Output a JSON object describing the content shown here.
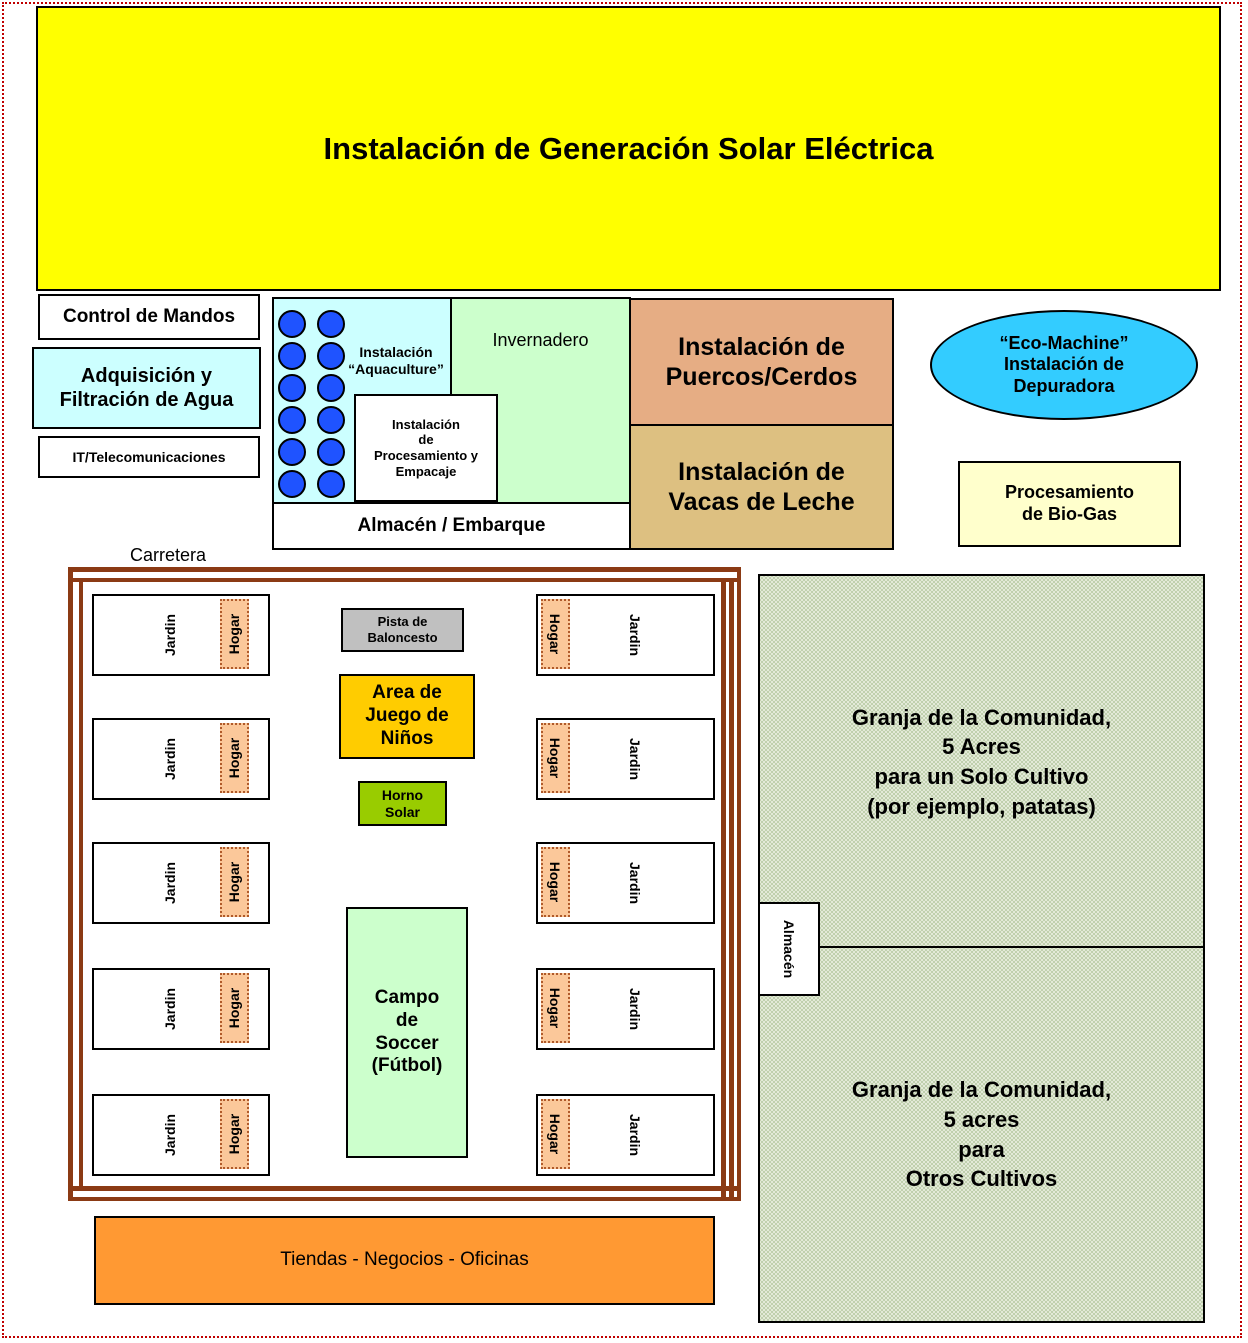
{
  "colors": {
    "solar": "#ffff00",
    "aqua": "#ccffff",
    "greenhouse": "#ccffcc",
    "pigs": "#e6ad84",
    "cows": "#ddc081",
    "eco": "#33ccff",
    "biogas": "#ffffcc",
    "basketball": "#c0c0c0",
    "playground": "#ffcc00",
    "solar_oven": "#99cc00",
    "soccer": "#ccffcc",
    "shops": "#ff9933",
    "road": "#8b3a14",
    "hogar": "#fbc89a",
    "circles": "#1f53ff",
    "frame_border": "#c00000"
  },
  "solar": {
    "label": "Instalación de Generación Solar Eléctrica"
  },
  "left_panel": {
    "control": "Control de Mandos",
    "water": "Adquisición y\nFiltración de Agua",
    "it": "IT/Telecomunicaciones"
  },
  "aquaculture": {
    "label": "Instalación\n“Aquaculture”"
  },
  "processing": {
    "label": "Instalación\nde\nProcesamiento y\nEmpacaje"
  },
  "greenhouse": {
    "label": "Invernadero"
  },
  "warehouse_shipping": {
    "label": "Almacén / Embarque"
  },
  "pigs": {
    "label": "Instalación de\nPuercos/Cerdos"
  },
  "cows": {
    "label": "Instalación de\nVacas de Leche"
  },
  "eco_machine": {
    "label": "“Eco-Machine”\nInstalación de\nDepuradora"
  },
  "biogas": {
    "label": "Procesamiento\nde Bio-Gas"
  },
  "road": {
    "label": "Carretera"
  },
  "lots": {
    "garden": "Jardin",
    "home": "Hogar"
  },
  "basketball": {
    "label": "Pista de\nBaloncesto"
  },
  "playground": {
    "label": "Area de\nJuego de\nNiños"
  },
  "solar_oven": {
    "label": "Horno\nSolar"
  },
  "soccer": {
    "label": "Campo\nde\nSoccer\n(Fútbol)"
  },
  "shops": {
    "label": "Tiendas - Negocios - Oficinas"
  },
  "farm_storage": {
    "label": "Almacén"
  },
  "farm_top": {
    "label": "Granja de la Comunidad,\n5 Acres\npara un Solo Cultivo\n(por ejemplo, patatas)"
  },
  "farm_bottom": {
    "label": "Granja de la Comunidad,\n5 acres\npara\nOtros Cultivos"
  }
}
